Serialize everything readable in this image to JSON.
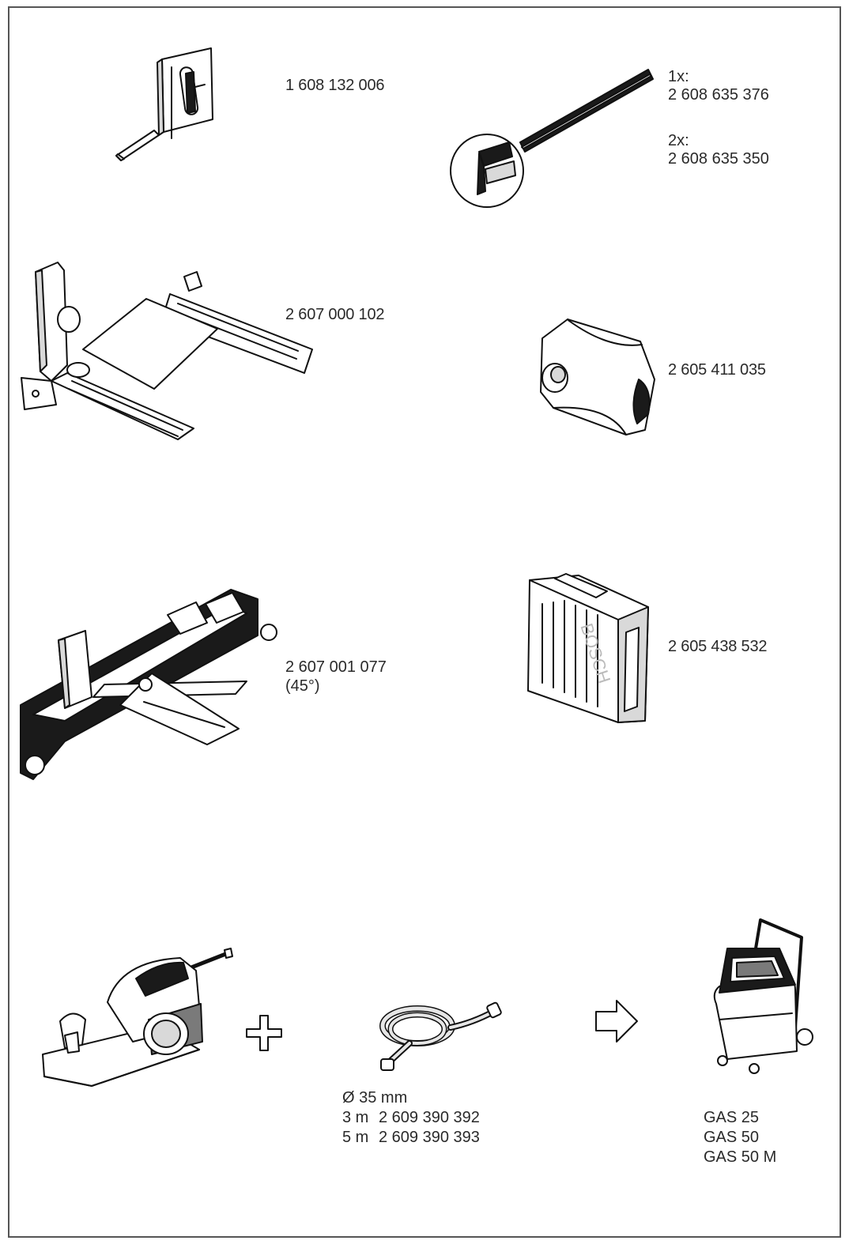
{
  "parts": {
    "edge_guide_holder": {
      "number": "1 608 132 006",
      "icon": "guide-holder-icon"
    },
    "rebate_blades": {
      "qty1": "1x:",
      "number1": "2 608 635 376",
      "qty2": "2x:",
      "number2": "2 608 635 350",
      "icon": "planer-blade-icon"
    },
    "parallel_guide": {
      "number": "2 607 000 102",
      "icon": "parallel-guide-icon"
    },
    "dust_bag": {
      "number": "2 605 411 035",
      "icon": "dust-bag-icon"
    },
    "bevel_fence": {
      "number": "2 607 001 077",
      "note": "(45°)",
      "icon": "bevel-fence-icon"
    },
    "carrying_case": {
      "number": "2 605 438 532",
      "icon": "carrying-case-icon"
    }
  },
  "extraction": {
    "planer_icon": "planer-icon",
    "plus_icon": "plus-icon",
    "hose": {
      "icon": "hose-icon",
      "diameter": "Ø 35 mm",
      "rows": [
        {
          "length": "3 m",
          "number": "2 609 390 392"
        },
        {
          "length": "5 m",
          "number": "2 609 390 393"
        }
      ]
    },
    "arrow_icon": "arrow-right-icon",
    "vacuum": {
      "icon": "vacuum-cleaner-icon",
      "models": [
        "GAS 25",
        "GAS 50",
        "GAS 50 M"
      ]
    }
  }
}
